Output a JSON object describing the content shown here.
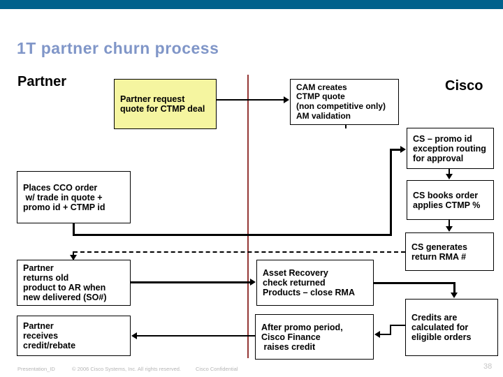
{
  "slide": {
    "title": "1T partner churn process",
    "left_column_label": "Partner",
    "right_column_label": "Cisco",
    "page_number": "38"
  },
  "boxes": {
    "partner_request": {
      "text": "Partner request\nquote for CTMP deal"
    },
    "cam_creates": {
      "text": "CAM creates\nCTMP quote\n(non competitive only)\nAM validation"
    },
    "cs_promo": {
      "text": "CS – promo id\nexception routing\nfor approval"
    },
    "cs_books": {
      "text": "CS books order\napplies CTMP %"
    },
    "cs_generates": {
      "text": "CS generates\nreturn RMA #"
    },
    "places_cco": {
      "text": "Places CCO order\n w/ trade in quote +\npromo id + CTMP id"
    },
    "partner_returns": {
      "text": "Partner\nreturns old\nproduct to AR when\nnew delivered (SO#)"
    },
    "partner_receives": {
      "text": "Partner\nreceives\ncredit/rebate"
    },
    "asset_recovery": {
      "text": "Asset Recovery\ncheck returned\nProducts – close RMA"
    },
    "after_promo": {
      "text": "After promo period,\nCisco Finance\n raises credit"
    },
    "credits": {
      "text": "Credits are\ncalculated for\neligible orders"
    }
  },
  "footer": {
    "presentation_id": "Presentation_ID",
    "copyright": "© 2006 Cisco Systems, Inc. All rights reserved.",
    "confidential": "Cisco Confidential"
  },
  "colors": {
    "top_bar": "#00618c",
    "title_text": "#8096c8",
    "highlight_box_fill": "#f5f5a0",
    "divider_line": "#953735",
    "connector": "#000000",
    "footer_text": "#b5b5b5"
  }
}
